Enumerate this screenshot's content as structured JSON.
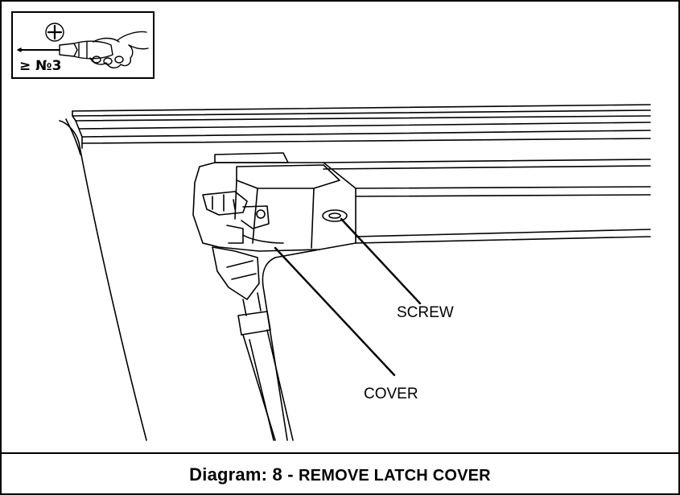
{
  "tool": {
    "size_label": "≥ №3",
    "icon": "phillips-screwdriver-icon"
  },
  "callouts": {
    "screw": "SCREW",
    "cover": "COVER"
  },
  "caption": {
    "title": "Diagram: 8 - ",
    "subtitle": "REMOVE LATCH COVER"
  }
}
